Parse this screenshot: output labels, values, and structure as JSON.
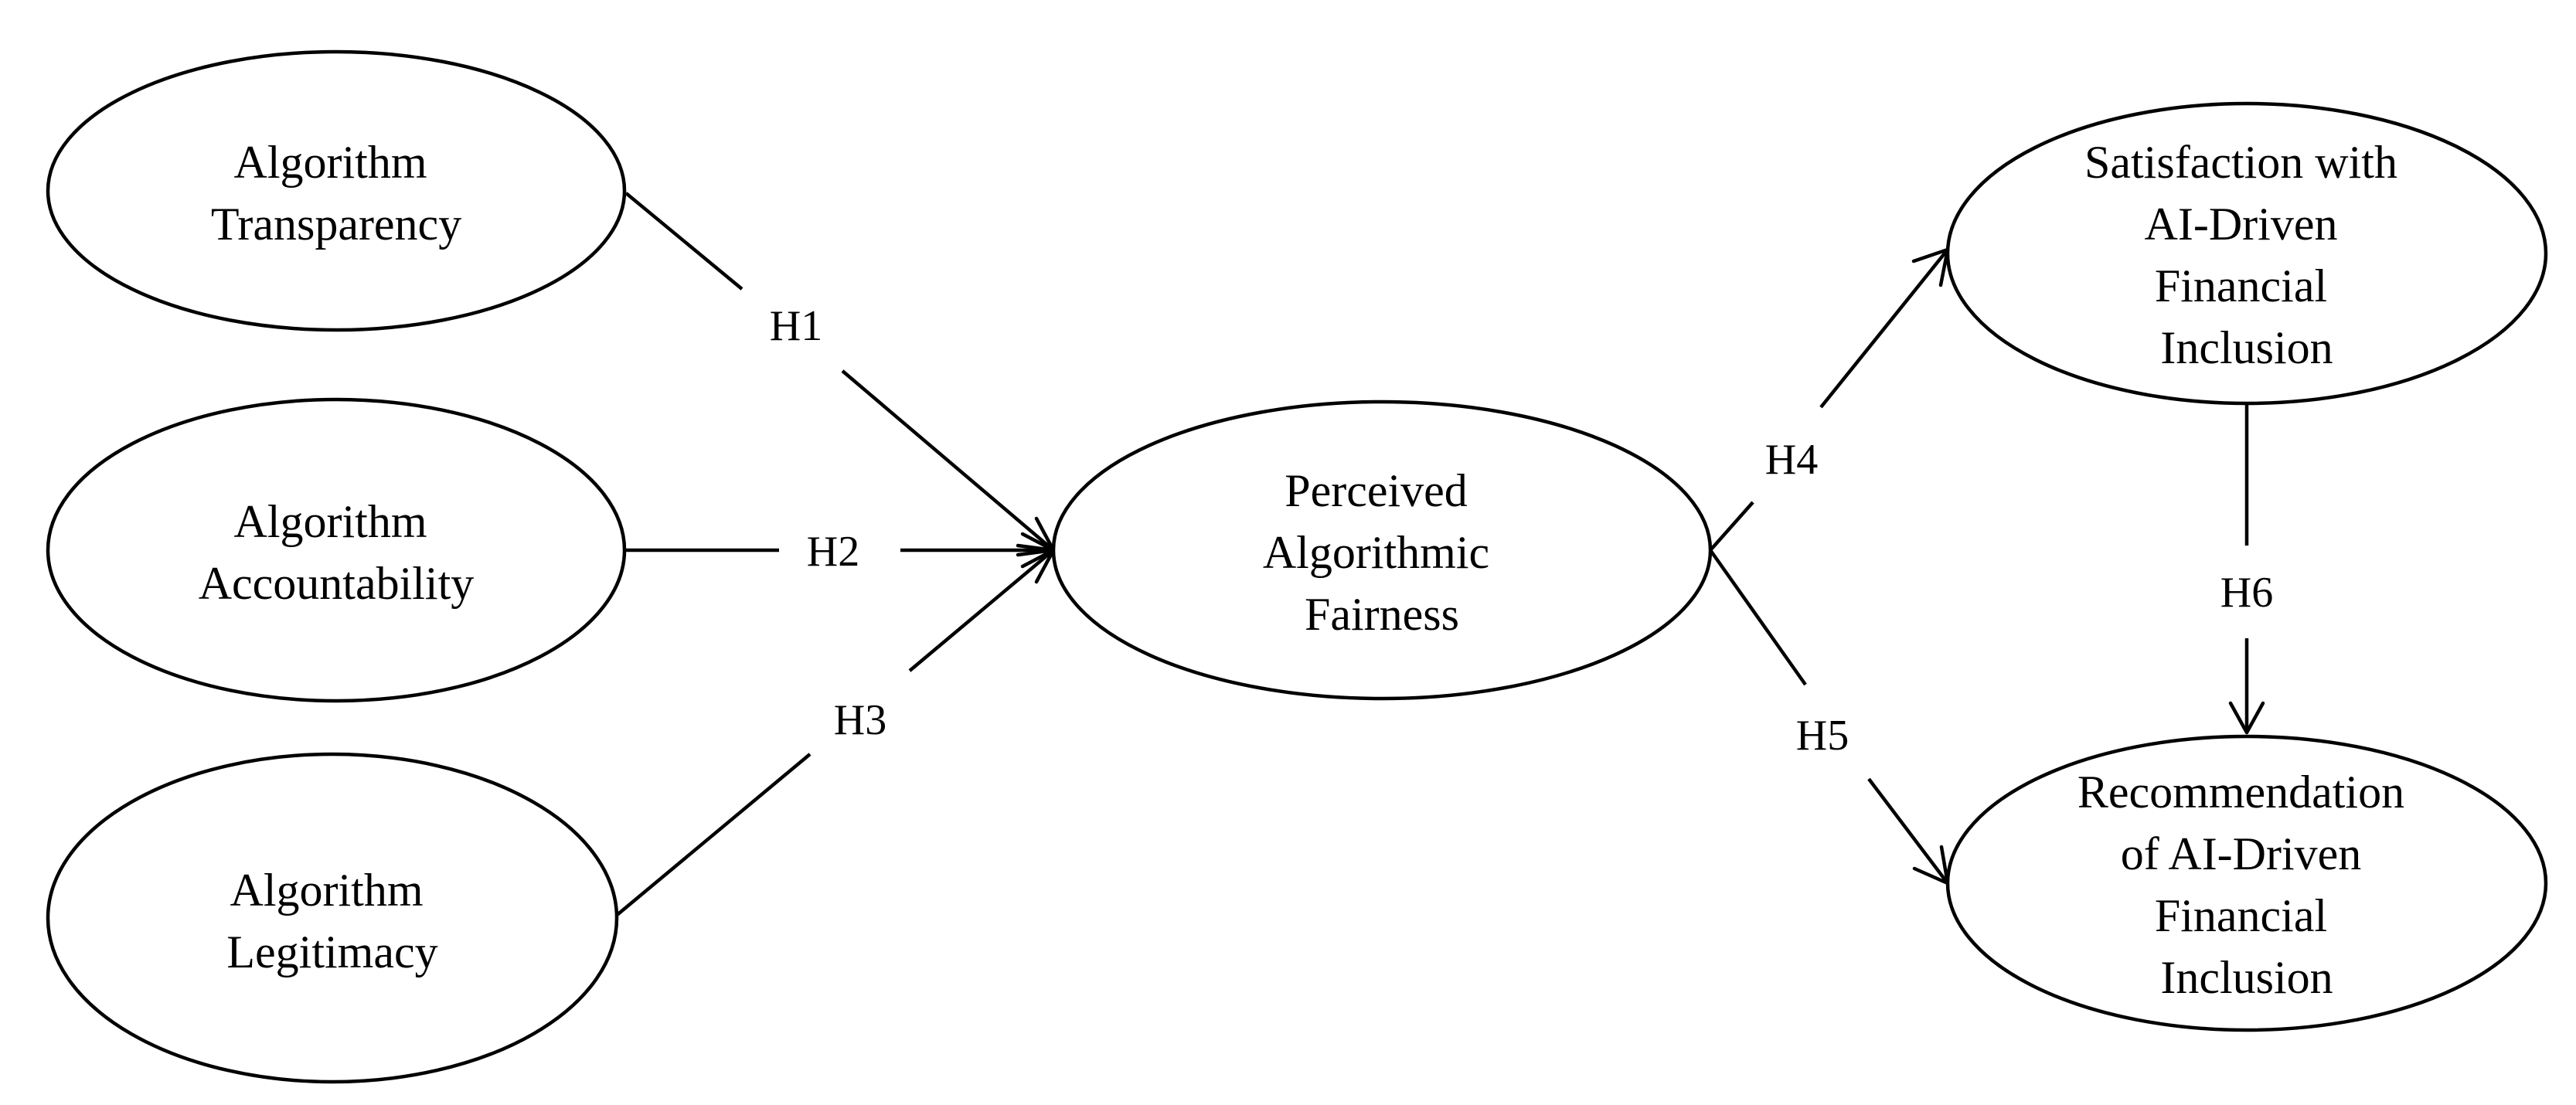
{
  "diagram": {
    "nodes": {
      "transparency": {
        "lines": [
          "Algorithm",
          "Transparency"
        ]
      },
      "accountability": {
        "lines": [
          "Algorithm",
          "Accountability"
        ]
      },
      "legitimacy": {
        "lines": [
          "Algorithm",
          "Legitimacy"
        ]
      },
      "fairness": {
        "lines": [
          "Perceived",
          "Algorithmic",
          "Fairness"
        ]
      },
      "satisfaction": {
        "lines": [
          "Satisfaction with",
          "AI-Driven",
          "Financial",
          "Inclusion"
        ]
      },
      "recommendation": {
        "lines": [
          "Recommendation",
          "of AI-Driven",
          "Financial",
          "Inclusion"
        ]
      }
    },
    "edges": {
      "h1": {
        "label": "H1",
        "from": "Algorithm Transparency",
        "to": "Perceived Algorithmic Fairness"
      },
      "h2": {
        "label": "H2",
        "from": "Algorithm Accountability",
        "to": "Perceived Algorithmic Fairness"
      },
      "h3": {
        "label": "H3",
        "from": "Algorithm Legitimacy",
        "to": "Perceived Algorithmic Fairness"
      },
      "h4": {
        "label": "H4",
        "from": "Perceived Algorithmic Fairness",
        "to": "Satisfaction with AI-Driven Financial Inclusion"
      },
      "h5": {
        "label": "H5",
        "from": "Perceived Algorithmic Fairness",
        "to": "Recommendation of AI-Driven Financial Inclusion"
      },
      "h6": {
        "label": "H6",
        "from": "Satisfaction with AI-Driven Financial Inclusion",
        "to": "Recommendation of AI-Driven Financial Inclusion"
      }
    }
  }
}
